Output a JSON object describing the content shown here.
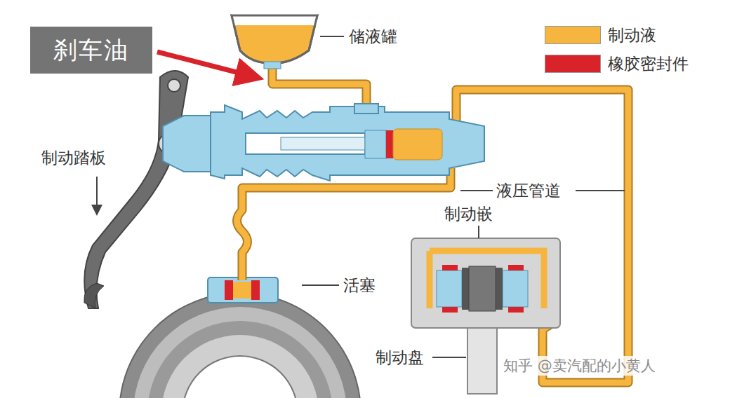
{
  "diagram": {
    "nodes": [
      {
        "text": [
          "刹车油"
        ]
      }
    ],
    "labels": [
      "储液罐",
      "制动踏板",
      "液压管道",
      "制动嵌",
      "活塞",
      "制动盘",
      "知乎 @卖汽配的小黄人"
    ],
    "legend": [
      {
        "text": "制动液",
        "color": "#f6b53f"
      },
      {
        "text": "橡胶密封件",
        "color": "#d8232a"
      }
    ]
  }
}
